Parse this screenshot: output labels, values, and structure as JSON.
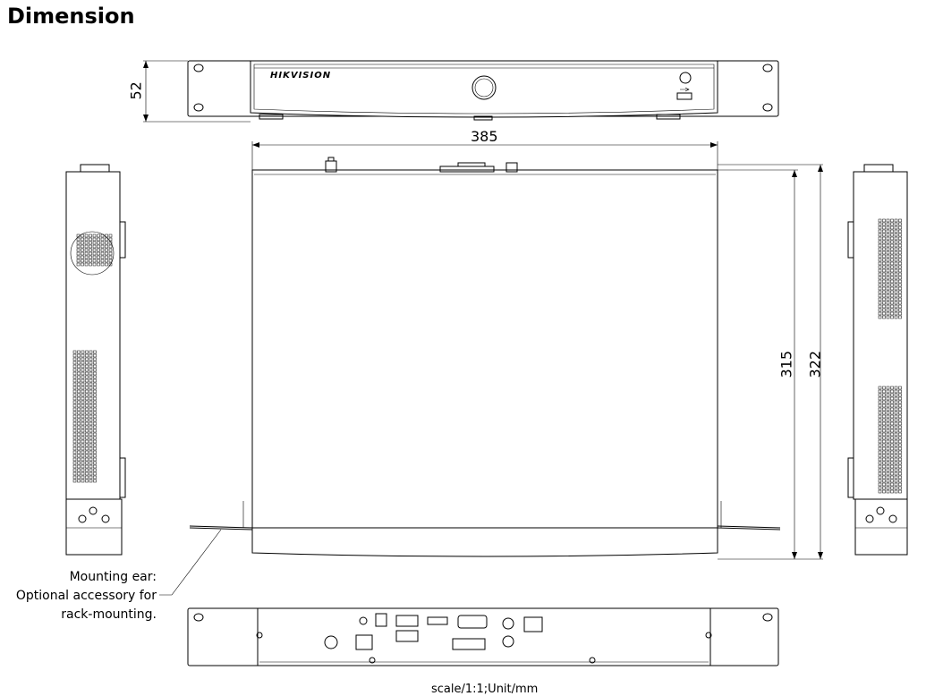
{
  "page": {
    "title": "Dimension",
    "scale_note": "scale/1:1;Unit/mm"
  },
  "front_view": {
    "brand": "HIKVISION",
    "height_dim": "52"
  },
  "top_view": {
    "width_dim": "385",
    "depth_dim_inner": "315",
    "depth_dim_outer": "322"
  },
  "annotation": {
    "mounting_ear_lines": [
      "Mounting ear:",
      "Optional accessory for",
      "rack-mounting."
    ]
  },
  "icons": [
    "usb-icon",
    "power-button-icon"
  ]
}
